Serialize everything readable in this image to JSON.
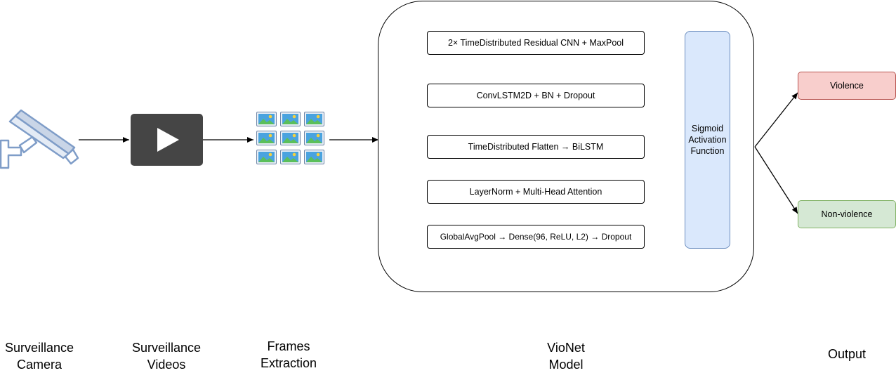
{
  "diagram": {
    "stages": {
      "camera": {
        "caption_line1": "Surveillance",
        "caption_line2": "Camera",
        "icon": "cctv-camera-icon"
      },
      "videos": {
        "caption_line1": "Surveillance",
        "caption_line2": "Videos",
        "icon": "video-play-icon"
      },
      "frames": {
        "caption_line1": "Frames",
        "caption_line2": "Extraction",
        "icon": "image-grid-icon"
      },
      "model": {
        "caption_line1": "VioNet",
        "caption_line2": "Model"
      },
      "output": {
        "caption": "Output"
      }
    },
    "model_layers": [
      "2× TimeDistributed Residual CNN + MaxPool",
      "ConvLSTM2D + BN + Dropout",
      "TimeDistributed Flatten → BiLSTM",
      "LayerNorm + Multi-Head Attention",
      "GlobalAvgPool → Dense(96, ReLU, L2) → Dropout"
    ],
    "activation": {
      "line1": "Sigmoid",
      "line2": "Activation",
      "line3": "Function"
    },
    "outputs": {
      "violence": "Violence",
      "non_violence": "Non-violence"
    },
    "colors": {
      "activation_fill": "#dae8fc",
      "activation_border": "#6c8ebf",
      "violence_fill": "#f8cecc",
      "violence_border": "#b85450",
      "nonviolence_fill": "#d5e8d4",
      "nonviolence_border": "#82b366",
      "camera_icon": "#7f9dc8",
      "player_icon": "#454545"
    }
  }
}
